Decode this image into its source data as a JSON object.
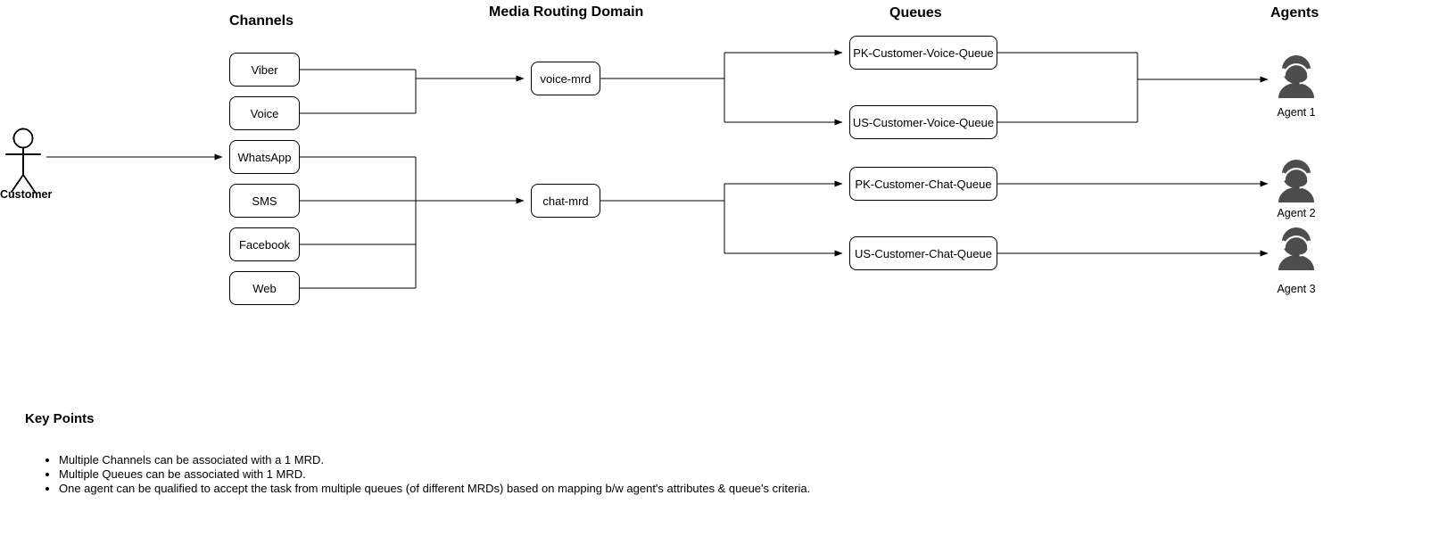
{
  "headers": {
    "channels": "Channels",
    "mrd": "Media Routing Domain",
    "queues": "Queues",
    "agents": "Agents"
  },
  "actor": {
    "label": "Customer",
    "icon": "stick-figure-icon"
  },
  "channels": [
    {
      "label": "Viber"
    },
    {
      "label": "Voice"
    },
    {
      "label": "WhatsApp"
    },
    {
      "label": "SMS"
    },
    {
      "label": "Facebook"
    },
    {
      "label": "Web"
    }
  ],
  "mrds": [
    {
      "label": "voice-mrd"
    },
    {
      "label": "chat-mrd"
    }
  ],
  "queues": [
    {
      "label": "PK-Customer-Voice-Queue"
    },
    {
      "label": "US-Customer-Voice-Queue"
    },
    {
      "label": "PK-Customer-Chat-Queue"
    },
    {
      "label": "US-Customer-Chat-Queue"
    }
  ],
  "agents": [
    {
      "label": "Agent 1",
      "icon": "agent-headset-icon"
    },
    {
      "label": "Agent 2",
      "icon": "agent-headset-icon"
    },
    {
      "label": "Agent 3",
      "icon": "agent-headset-icon"
    }
  ],
  "key_points": {
    "title": "Key Points",
    "items": [
      "Multiple Channels can be associated with a 1 MRD.",
      "Multiple Queues can be associated with 1 MRD.",
      "One agent can be qualified to accept the task from multiple queues (of different MRDs) based on mapping b/w agent's attributes & queue's criteria."
    ]
  },
  "colors": {
    "stroke": "#000000",
    "background": "#ffffff",
    "agent_fill": "#4d4d4d",
    "text": "#000000"
  }
}
